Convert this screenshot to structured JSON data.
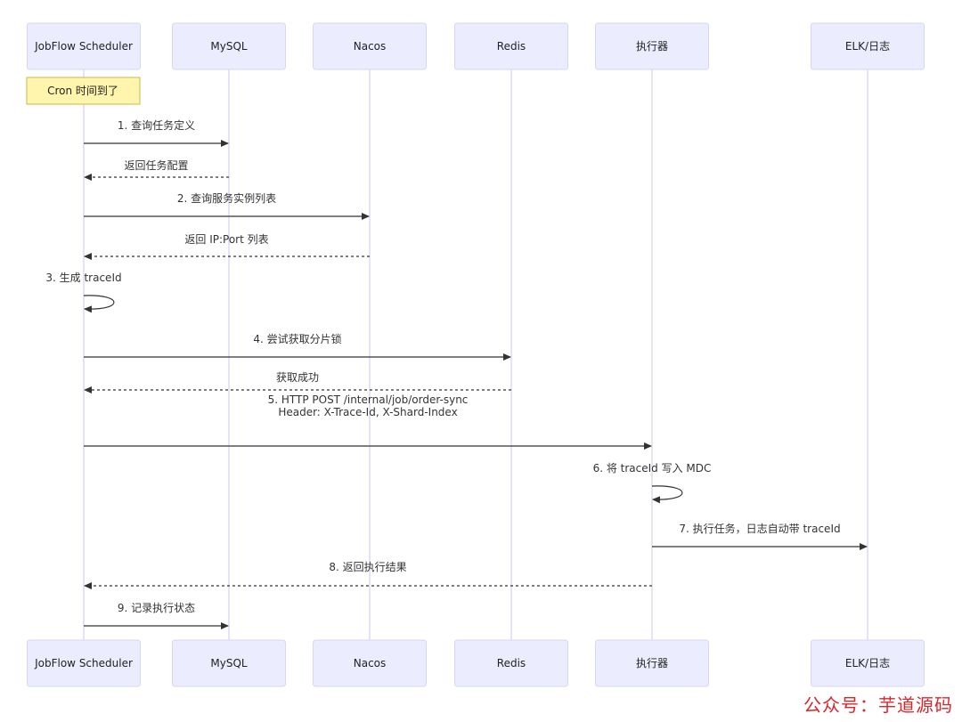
{
  "participants": [
    {
      "id": "scheduler",
      "label": "JobFlow Scheduler"
    },
    {
      "id": "mysql",
      "label": "MySQL"
    },
    {
      "id": "nacos",
      "label": "Nacos"
    },
    {
      "id": "redis",
      "label": "Redis"
    },
    {
      "id": "executor",
      "label": "执行器"
    },
    {
      "id": "elk",
      "label": "ELK/日志"
    }
  ],
  "note": {
    "text": "Cron 时间到了",
    "over": "scheduler"
  },
  "messages": [
    {
      "from": "scheduler",
      "to": "mysql",
      "lines": [
        "1. 查询任务定义"
      ],
      "style": "solid"
    },
    {
      "from": "mysql",
      "to": "scheduler",
      "lines": [
        "返回任务配置"
      ],
      "style": "dashed"
    },
    {
      "from": "scheduler",
      "to": "nacos",
      "lines": [
        "2. 查询服务实例列表"
      ],
      "style": "solid"
    },
    {
      "from": "nacos",
      "to": "scheduler",
      "lines": [
        "返回 IP:Port 列表"
      ],
      "style": "dashed"
    },
    {
      "from": "scheduler",
      "to": "scheduler",
      "lines": [
        "3. 生成 traceId"
      ],
      "style": "self"
    },
    {
      "from": "scheduler",
      "to": "redis",
      "lines": [
        "4. 尝试获取分片锁"
      ],
      "style": "solid"
    },
    {
      "from": "redis",
      "to": "scheduler",
      "lines": [
        "获取成功"
      ],
      "style": "dashed"
    },
    {
      "from": "scheduler",
      "to": "executor",
      "lines": [
        "5. HTTP POST /internal/job/order-sync",
        "Header: X-Trace-Id, X-Shard-Index"
      ],
      "style": "solid"
    },
    {
      "from": "executor",
      "to": "executor",
      "lines": [
        "6. 将 traceId 写入 MDC"
      ],
      "style": "self"
    },
    {
      "from": "executor",
      "to": "elk",
      "lines": [
        "7. 执行任务，日志自动带 traceId"
      ],
      "style": "solid"
    },
    {
      "from": "executor",
      "to": "scheduler",
      "lines": [
        "8. 返回执行结果"
      ],
      "style": "dashed"
    },
    {
      "from": "scheduler",
      "to": "mysql",
      "lines": [
        "9. 记录执行状态"
      ],
      "style": "solid"
    }
  ],
  "watermark": "公众号：芋道源码"
}
